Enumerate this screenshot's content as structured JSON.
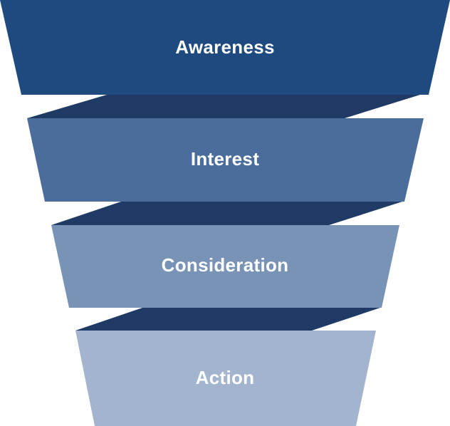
{
  "funnel": {
    "stages": [
      {
        "label": "Awareness",
        "color": "#1f4a80"
      },
      {
        "label": "Interest",
        "color": "#4a6d9b"
      },
      {
        "label": "Consideration",
        "color": "#7893b6"
      },
      {
        "label": "Action",
        "color": "#a3b4ce"
      }
    ],
    "connector_color": "#1f3b65"
  }
}
